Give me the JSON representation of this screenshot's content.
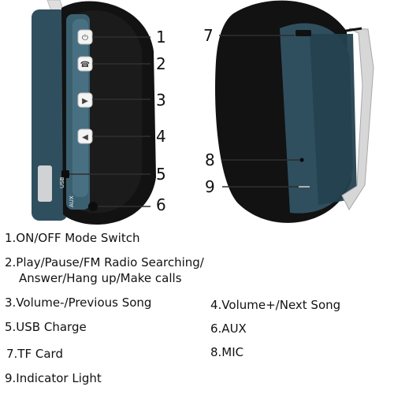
{
  "callouts": [
    "1",
    "2",
    "3",
    "4",
    "5",
    "6",
    "7",
    "8",
    "9"
  ],
  "features": [
    {
      "label": "1.ON/OFF  Mode Switch"
    },
    {
      "line1": "2.Play/Pause/FM Radio Searching/",
      "line2": "Answer/Hang up/Make calls"
    },
    {
      "label": "3.Volume-/Previous Song"
    },
    {
      "label": "4.Volume+/Next Song"
    },
    {
      "label": "5.USB Charge"
    },
    {
      "label": "6.AUX"
    },
    {
      "label": "7.TF Card"
    },
    {
      "label": "8.MIC"
    },
    {
      "label": "9.Indicator Light"
    }
  ],
  "side_labels": {
    "usb": "USB",
    "aux": "AUX"
  },
  "colors": {
    "shell": "#2f4f5f",
    "shell_dark": "#1e3440",
    "cushion": "#121212",
    "band": "#d7d7d7",
    "line": "#2f2f2f"
  }
}
